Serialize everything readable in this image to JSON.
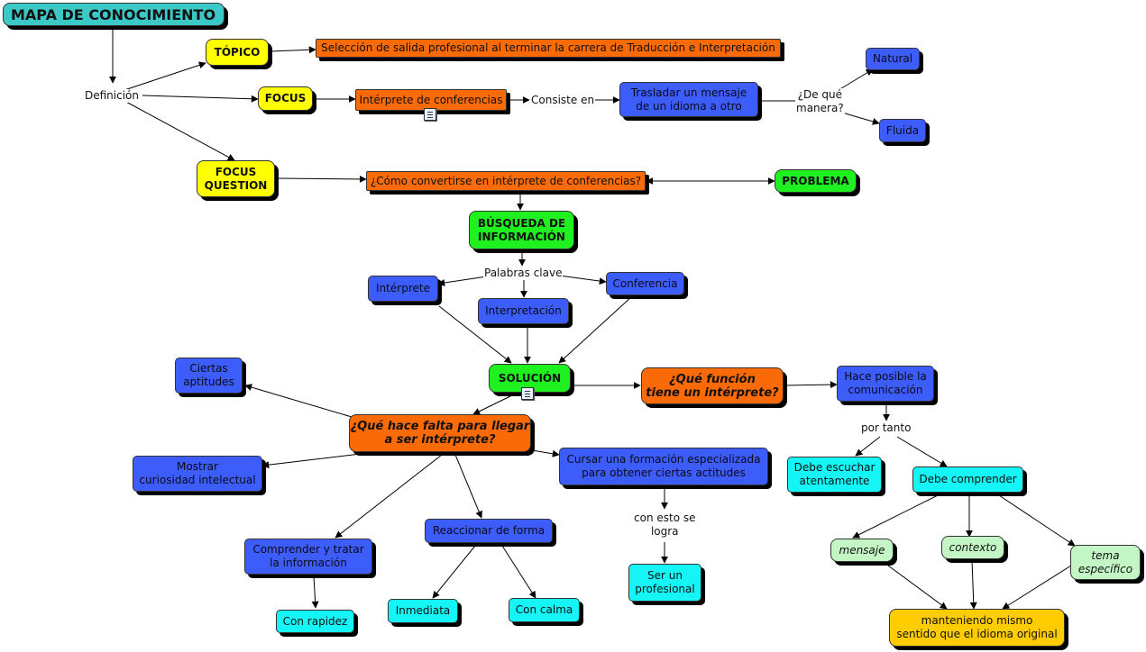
{
  "nodes": {
    "title": "MAPA DE CONOCIMIENTO",
    "topico": "TÓPICO",
    "topico_text": "Selección de salida profesional al terminar la carrera de Traducción e Interpretación",
    "focus": "FOCUS",
    "interprete_conferencias": "Intérprete de conferencias",
    "trasladar": "Trasladar un mensaje\nde un idioma a otro",
    "natural": "Natural",
    "fluida": "Fluida",
    "focus_question": "FOCUS\nQUESTION",
    "question": "¿Cómo convertirse en intérprete de conferencias?",
    "problema": "PROBLEMA",
    "busqueda": "BÚSQUEDA DE\nINFORMACIÓN",
    "interprete": "Intérprete",
    "interpretacion": "Interpretación",
    "conferencia": "Conferencia",
    "solucion": "SOLUCIÓN",
    "que_funcion": "¿Qué función\ntiene un intérprete?",
    "hace_posible": "Hace posible la\ncomunicación",
    "debe_escuchar": "Debe escuchar\natentamente",
    "debe_comprender": "Debe comprender",
    "mensaje": "mensaje",
    "contexto": "contexto",
    "tema": "tema\nespecífico",
    "manteniendo": "manteniendo mismo\nsentido que el idioma original",
    "ciertas_aptitudes": "Ciertas\naptitudes",
    "que_hace_falta": "¿Qué hace falta para llegar\na ser intérprete?",
    "mostrar": "Mostrar\ncuriosidad intelectual",
    "cursar": "Cursar una formación especializada\npara obtener ciertas actitudes",
    "comprender_tratar": "Comprender y tratar\nla información",
    "reaccionar": "Reaccionar de forma",
    "con_rapidez": "Con rapidez",
    "inmediata": "Inmediata",
    "con_calma": "Con calma",
    "ser_profesional": "Ser un\nprofesional"
  },
  "labels": {
    "definicion": "Definición",
    "consiste_en": "Consiste en",
    "de_que_manera": "¿De qué\nmanera?",
    "palabras_clave": "Palabras clave",
    "por_tanto": "por tanto",
    "con_esto": "con esto se\nlogra"
  },
  "colors": {
    "concept_blue": "#3d5dfb",
    "concept_orange": "#fa6a07",
    "concept_yellow": "#ffff00",
    "concept_green": "#1ff01f",
    "concept_cyan": "#16f5f5",
    "concept_mint": "#c4f5c4",
    "concept_gold": "#ffcc00",
    "title_teal": "#3cc8c6"
  },
  "icons": [
    "document-icon",
    "document-icon"
  ]
}
